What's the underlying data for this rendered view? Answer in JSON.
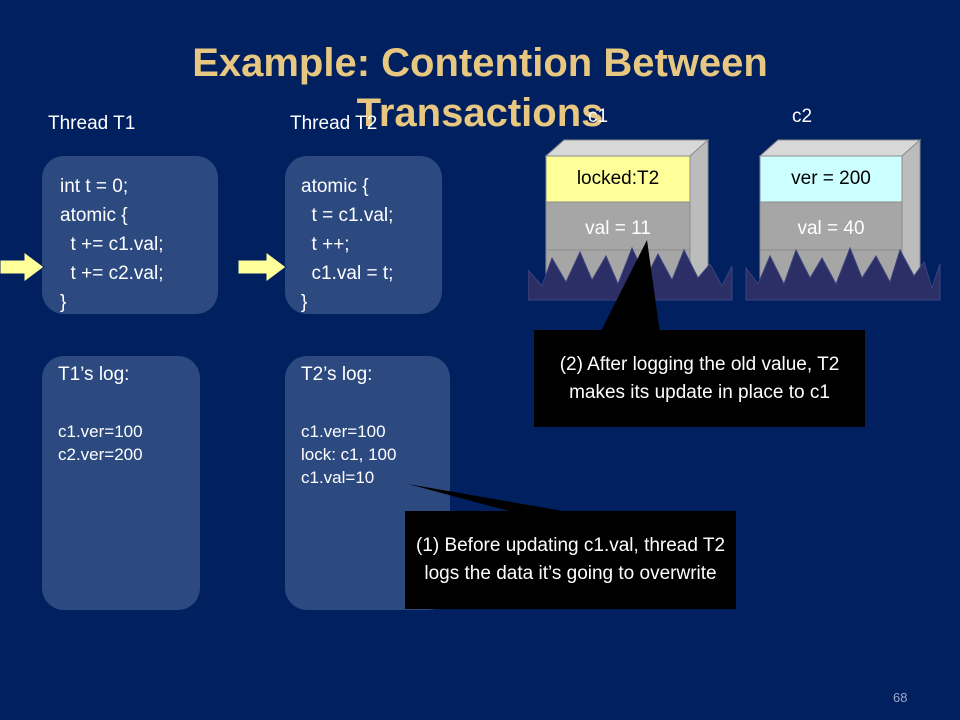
{
  "slide": {
    "title": "Example: Contention Between Transactions",
    "page_number": "68"
  },
  "threads": {
    "t1": {
      "label": "Thread T1",
      "code": "int t = 0;\natomic {\n  t += c1.val;\n  t += c2.val;\n}",
      "log_title": "T1’s log:",
      "log_lines": "c1.ver=100\nc2.ver=200"
    },
    "t2": {
      "label": "Thread T2",
      "code": "atomic {\n  t = c1.val;\n  t ++;\n  c1.val = t;\n}",
      "log_title": "T2’s log:",
      "log_lines": "c1.ver=100\nlock: c1, 100\nc1.val=10"
    }
  },
  "objects": {
    "c1": {
      "label": "c1",
      "header": "locked:T2",
      "val": "val = 11",
      "header_color": "#ffff99"
    },
    "c2": {
      "label": "c2",
      "header": "ver = 200",
      "val": "val = 40",
      "header_color": "#ccffff"
    }
  },
  "callouts": {
    "log_callout": "(1) Before updating c1.val, thread T2 logs the data it’s going to overwrite",
    "update_callout": "(2) After logging the old value, T2 makes its update in place to c1"
  }
}
